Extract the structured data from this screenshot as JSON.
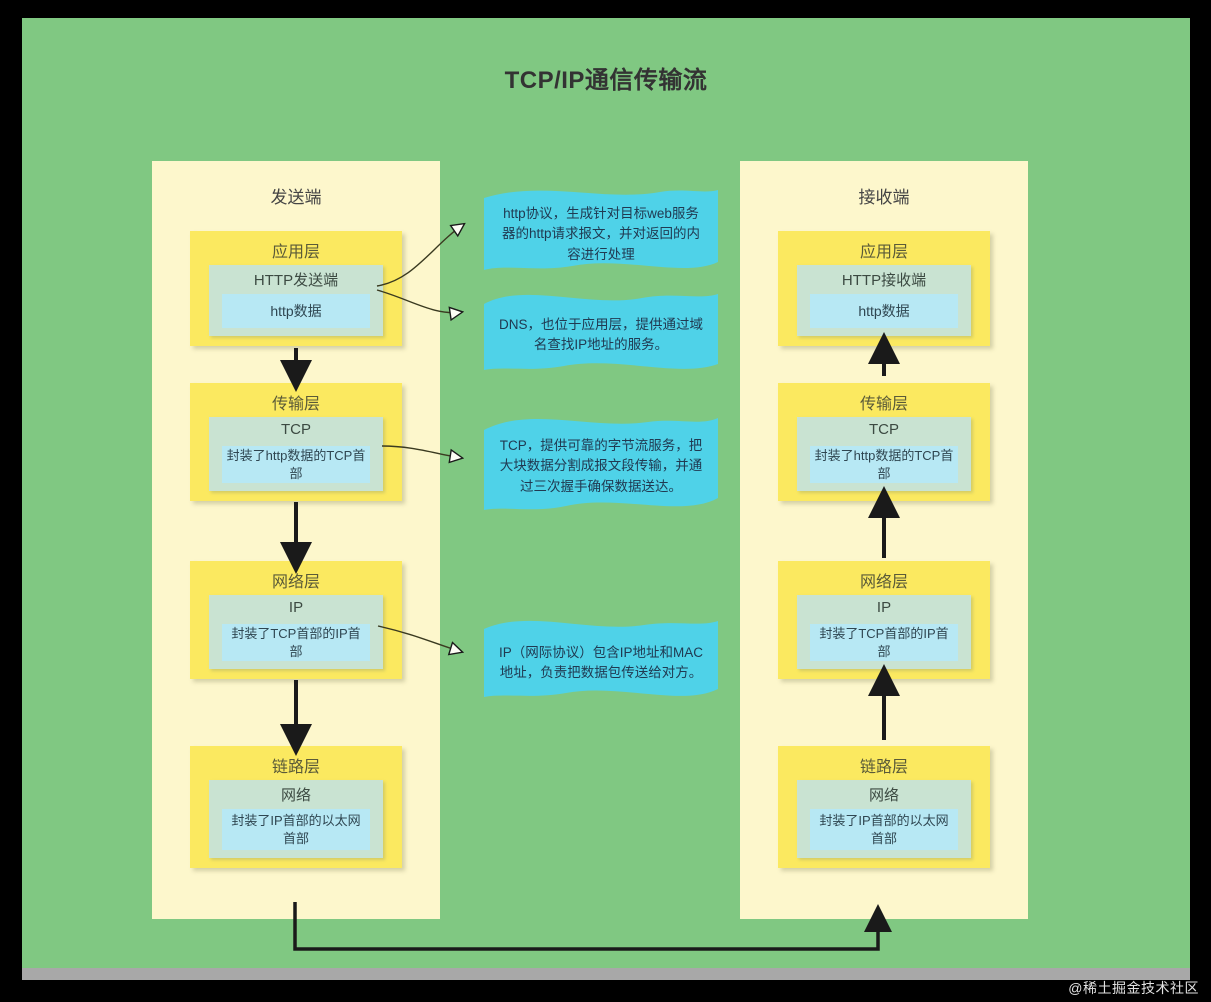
{
  "title": "TCP/IP通信传输流",
  "colors": {
    "background": "#80c882",
    "column": "#fdf7cc",
    "layer": "#fbe960",
    "protocol": "#c9e3d2",
    "payload": "#b7e8f4",
    "note": "#4fd2e8",
    "border": "#000000",
    "arrow": "#1a1a1a"
  },
  "sender": {
    "title": "发送端",
    "layers": [
      {
        "name": "应用层",
        "protocol": "HTTP发送端",
        "payload": "http数据"
      },
      {
        "name": "传输层",
        "protocol": "TCP",
        "payload": "封装了http数据的TCP首部"
      },
      {
        "name": "网络层",
        "protocol": "IP",
        "payload": "封装了TCP首部的IP首部"
      },
      {
        "name": "链路层",
        "protocol": "网络",
        "payload": "封装了IP首部的以太网首部"
      }
    ]
  },
  "receiver": {
    "title": "接收端",
    "layers": [
      {
        "name": "应用层",
        "protocol": "HTTP接收端",
        "payload": "http数据"
      },
      {
        "name": "传输层",
        "protocol": "TCP",
        "payload": "封装了http数据的TCP首部"
      },
      {
        "name": "网络层",
        "protocol": "IP",
        "payload": "封装了TCP首部的IP首部"
      },
      {
        "name": "链路层",
        "protocol": "网络",
        "payload": "封装了IP首部的以太网首部"
      }
    ]
  },
  "notes": [
    {
      "id": "http",
      "text": "http协议，生成针对目标web服务器的http请求报文，并对返回的内容进行处理"
    },
    {
      "id": "dns",
      "text": "DNS，也位于应用层，提供通过域名查找IP地址的服务。"
    },
    {
      "id": "tcp",
      "text": "TCP，提供可靠的字节流服务，把大块数据分割成报文段传输，并通过三次握手确保数据送达。"
    },
    {
      "id": "ip",
      "text": "IP（网际协议）包含IP地址和MAC地址，负责把数据包传送给对方。"
    }
  ],
  "watermark": "@稀土掘金技术社区"
}
